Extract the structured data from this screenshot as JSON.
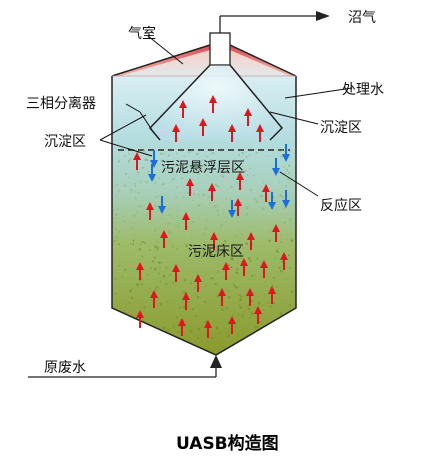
{
  "labels": {
    "biogas": "沼气",
    "gas_chamber": "气室",
    "three_phase_separator": "三相分离器",
    "treated_water": "处理水",
    "settling_zone_left": "沉淀区",
    "settling_zone_right": "沉淀区",
    "sludge_suspension_zone": "污泥悬浮层区",
    "reaction_zone": "反应区",
    "sludge_bed_zone": "污泥床区",
    "raw_wastewater": "原废水",
    "caption": "UASB构造图"
  },
  "colors": {
    "gas_dome_pink": "#e88a8a",
    "gas_dome_dark": "#c9484b",
    "top_water": "#d8f0f6",
    "mid_water": "#a9d6d9",
    "sludge_green": "#8aa83a",
    "sludge_bottom": "#8a9a2a",
    "up_arrow": "#e0161e",
    "down_arrow": "#1a6ee0"
  },
  "arrows": {
    "up_arrow_count": 36,
    "down_arrow_count": 8
  }
}
